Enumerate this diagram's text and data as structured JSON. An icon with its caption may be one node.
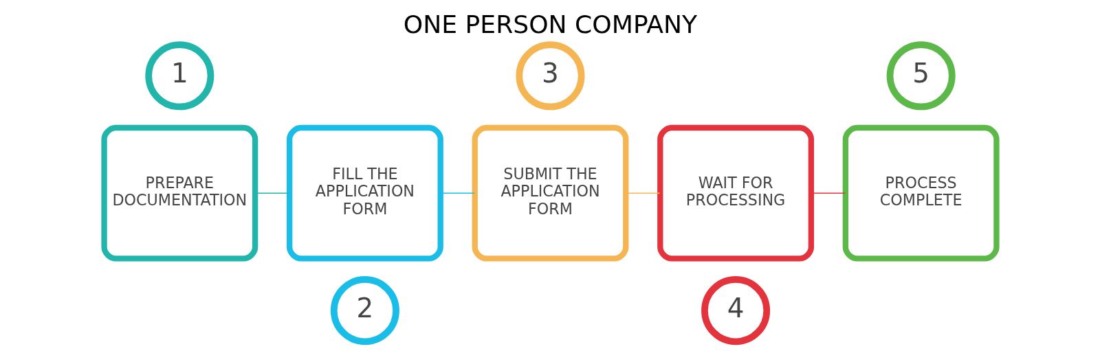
{
  "diagram": {
    "title": "ONE PERSON COMPANY",
    "nodes": [
      {
        "text": [
          "1"
        ]
      },
      {
        "text": [
          "PREPARE DOCUMENTATION"
        ]
      },
      {
        "text": [
          "FILL THE APPLICATION FORM"
        ]
      },
      {
        "text": [
          "2"
        ]
      },
      {
        "text": [
          "3"
        ]
      },
      {
        "text": [
          "SUBMIT THE APPLICATION FORM"
        ]
      },
      {
        "text": [
          "WAIT FOR PROCESSING"
        ]
      },
      {
        "text": [
          "4"
        ]
      },
      {
        "text": [
          "5"
        ]
      },
      {
        "text": [
          "PROCESS COMPLETE"
        ]
      }
    ],
    "edges": [
      {
        "from": 1,
        "to": 2,
        "arrow": "none",
        "color": "#22b5ac"
      },
      {
        "from": 2,
        "to": 5,
        "arrow": "none",
        "color": "#19bde8"
      },
      {
        "from": 5,
        "to": 6,
        "arrow": "none",
        "color": "#f5b552"
      },
      {
        "from": 6,
        "to": 9,
        "arrow": "none",
        "color": "#e3333d"
      }
    ]
  }
}
